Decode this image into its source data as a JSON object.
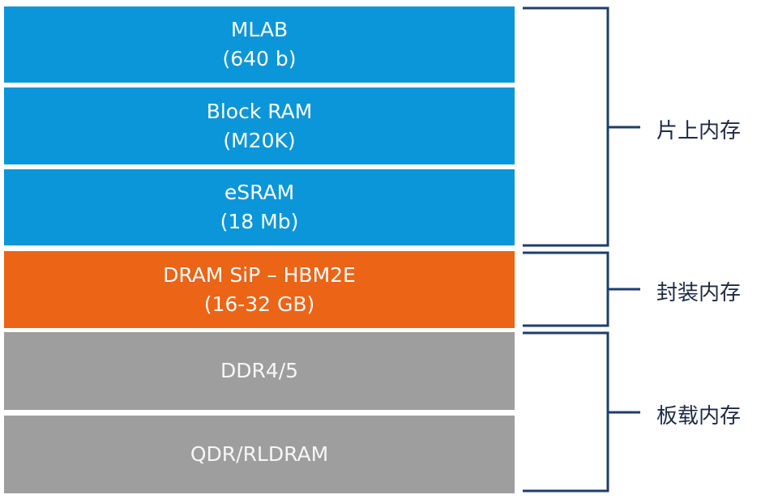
{
  "blocks": [
    {
      "line1": "MLAB",
      "line2": "(640 b)"
    },
    {
      "line1": "Block RAM",
      "line2": "(M20K)"
    },
    {
      "line1": "eSRAM",
      "line2": "(18 Mb)"
    },
    {
      "line1": "DRAM SiP – HBM2E",
      "line2": "(16-32 GB)"
    },
    {
      "line1": "DDR4/5"
    },
    {
      "line1": "QDR/RLDRAM"
    }
  ],
  "groups": [
    {
      "label": "片上内存"
    },
    {
      "label": "封装内存"
    },
    {
      "label": "板载内存"
    }
  ],
  "colors": {
    "on_chip": "#0a96d9",
    "in_package": "#ec6416",
    "on_board": "#9e9e9e",
    "bracket": "#1f3d6b"
  }
}
